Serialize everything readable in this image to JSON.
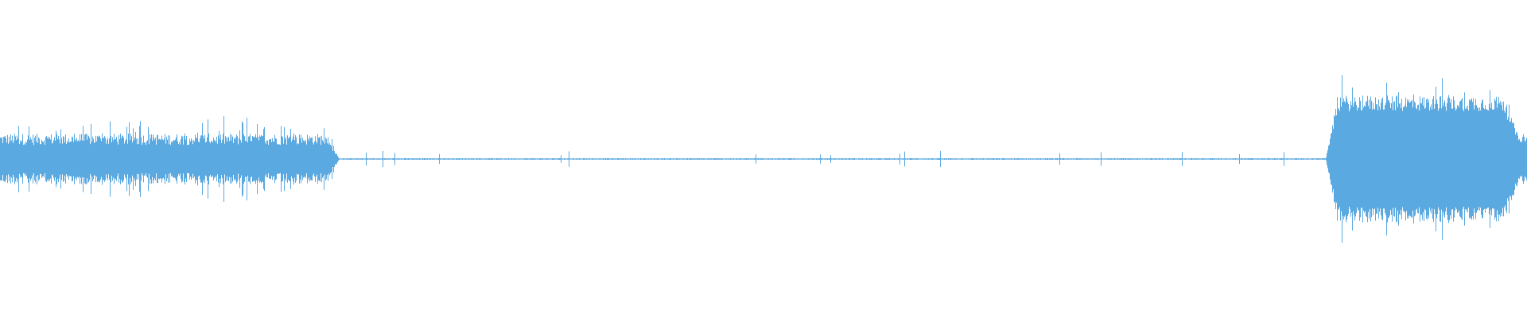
{
  "waveform": {
    "color": "#5ba9e1",
    "background": "#ffffff",
    "segments": [
      {
        "kind": "burst",
        "start": 0.0,
        "end": 0.222,
        "peak": 0.28,
        "level": 0.16,
        "shape": "flat-noisy"
      },
      {
        "kind": "silence",
        "start": 0.222,
        "end": 0.868,
        "level": 0.004
      },
      {
        "kind": "burst",
        "start": 0.868,
        "end": 1.0,
        "peak": 0.53,
        "level": 0.4,
        "shape": "swell"
      }
    ]
  }
}
